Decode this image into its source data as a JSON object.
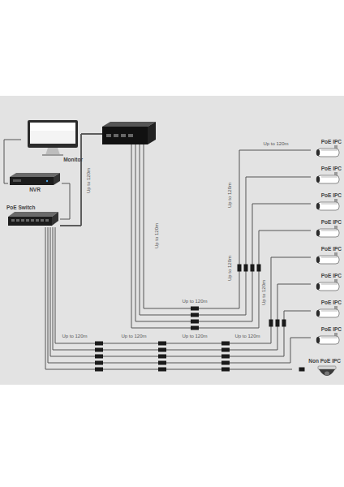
{
  "diagram": {
    "nodes": [
      {
        "text": [
          "Monitor"
        ]
      },
      {
        "text": [
          "NVR"
        ]
      },
      {
        "text": [
          "PoE Switch"
        ]
      },
      {
        "text": [
          "PoE IPC"
        ]
      },
      {
        "text": [
          "PoE IPC"
        ]
      },
      {
        "text": [
          "PoE IPC"
        ]
      },
      {
        "text": [
          "PoE IPC"
        ]
      },
      {
        "text": [
          "PoE IPC"
        ]
      },
      {
        "text": [
          "PoE IPC"
        ]
      },
      {
        "text": [
          "PoE IPC"
        ]
      },
      {
        "text": [
          "PoE IPC"
        ]
      },
      {
        "text": [
          "Non PoE IPC"
        ]
      }
    ],
    "edges": [
      {
        "from": 0,
        "to": 1,
        "arrow": "none"
      },
      {
        "from": 1,
        "to": 2,
        "arrow": "none"
      },
      {
        "from": 2,
        "to": 3,
        "arrow": "none"
      },
      {
        "from": 2,
        "to": 4,
        "arrow": "none"
      },
      {
        "from": 2,
        "to": 5,
        "arrow": "none"
      },
      {
        "from": 2,
        "to": 6,
        "arrow": "none"
      },
      {
        "from": 2,
        "to": 7,
        "arrow": "none"
      },
      {
        "from": 2,
        "to": 8,
        "arrow": "none"
      },
      {
        "from": 2,
        "to": 9,
        "arrow": "none"
      },
      {
        "from": 2,
        "to": 10,
        "arrow": "none"
      },
      {
        "from": 2,
        "to": 11,
        "arrow": "none"
      }
    ],
    "labels": [
      "Up to 120m",
      "Up to 120m",
      "Up to 120m",
      "Up to 120m",
      "Up to 120m",
      "Up to 120m",
      "Up to 120m",
      "Up to 120m",
      "Up to 120m",
      "Up to 120m",
      "Up to 120m"
    ]
  }
}
